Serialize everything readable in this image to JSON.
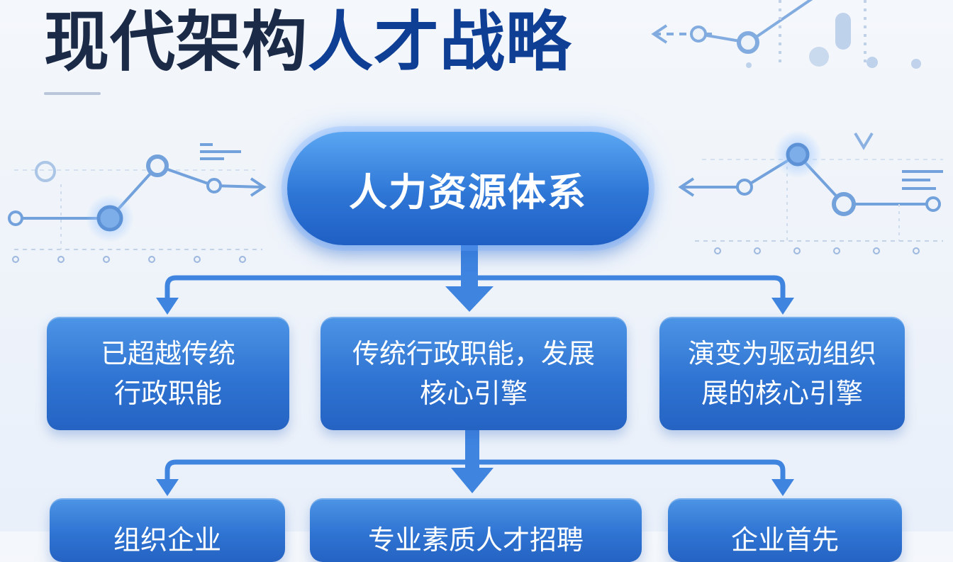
{
  "title": {
    "part1": "现代架构",
    "part2": "人才战略"
  },
  "diagram": {
    "root": "人力资源体系",
    "level1": [
      {
        "line1": "已超越传统",
        "line2": "行政职能"
      },
      {
        "line1": "传统行政职能，发展",
        "line2": "核心引擎"
      },
      {
        "line1": "演变为驱动组织",
        "line2": "展的核心引擎"
      }
    ],
    "level2": [
      {
        "text": "组织企业"
      },
      {
        "text": "专业素质人才招聘"
      },
      {
        "text": "企业首先"
      }
    ]
  },
  "colors": {
    "title_dark": "#1b2a47",
    "title_blue": "#0f3e95",
    "node_blue": "#2f74d2",
    "connector_blue": "#3f85e0",
    "decor_blue": "#5d93d6"
  }
}
